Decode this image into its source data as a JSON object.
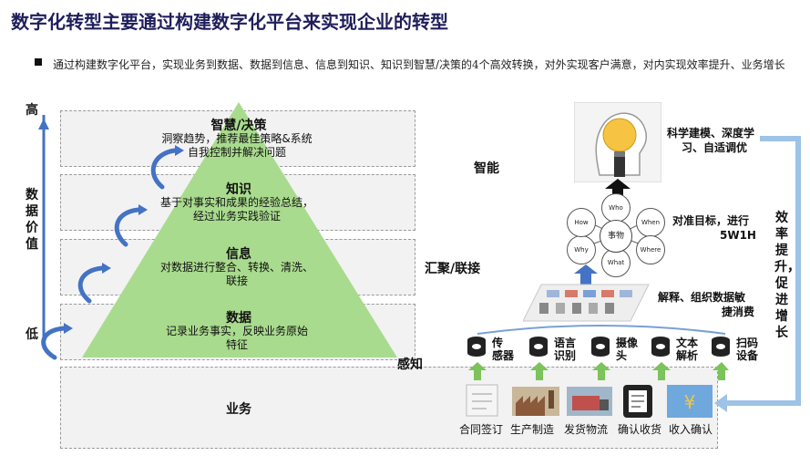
{
  "title": "数字化转型主要通过构建数字化平台来实现企业的转型",
  "bullet": "通过构建数字化平台，实现业务到数据、数据到信息、信息到知识、知识到智慧/决策的4个高效转换，对外实现客户满意，对内实现效率提升、业务增长",
  "axis": {
    "high": "高",
    "value_label": "数据价值",
    "low": "低"
  },
  "pyramid": {
    "wisdom": {
      "title": "智慧/决策",
      "desc1": "洞察趋势，推荐最佳策略&系统",
      "desc2": "自我控制并解决问题"
    },
    "knowledge": {
      "title": "知识",
      "desc1": "基于对事实和成果的经验总结，",
      "desc2": "经过业务实践验证"
    },
    "information": {
      "title": "信息",
      "desc1": "对数据进行整合、转换、清洗、",
      "desc2": "联接"
    },
    "data": {
      "title": "数据",
      "desc1": "记录业务事实，反映业务原始",
      "desc2": "特征"
    },
    "business": "业务"
  },
  "stages": {
    "smart": "智能",
    "aggregate": "汇聚/联接",
    "sense": "感知"
  },
  "right": {
    "model_text1": "科学建模、深度学",
    "model_text2": "习、自适调优",
    "target_text1": "对准目标，进行",
    "target_text2": "5W1H",
    "explain_text1": "解释、组织数据敏",
    "explain_text2": "捷消费",
    "efficiency": "效率提升，促进增长",
    "center": "事物",
    "questions": [
      "Who",
      "When",
      "Where",
      "What",
      "Why",
      "How"
    ],
    "sources": [
      {
        "l1": "传",
        "l2": "感器"
      },
      {
        "l1": "语言",
        "l2": "识别"
      },
      {
        "l1": "摄像",
        "l2": "头"
      },
      {
        "l1": "文本",
        "l2": "解析"
      },
      {
        "l1": "扫码",
        "l2": "设备"
      }
    ],
    "business_items": [
      "合同签订",
      "生产制造",
      "发货物流",
      "确认收货",
      "收入确认"
    ]
  },
  "colors": {
    "pyramid": "#a9db8e",
    "arrow_blue": "#4472c4",
    "arrow_green": "#7cc35b",
    "accent_title": "#1f1f5c"
  }
}
